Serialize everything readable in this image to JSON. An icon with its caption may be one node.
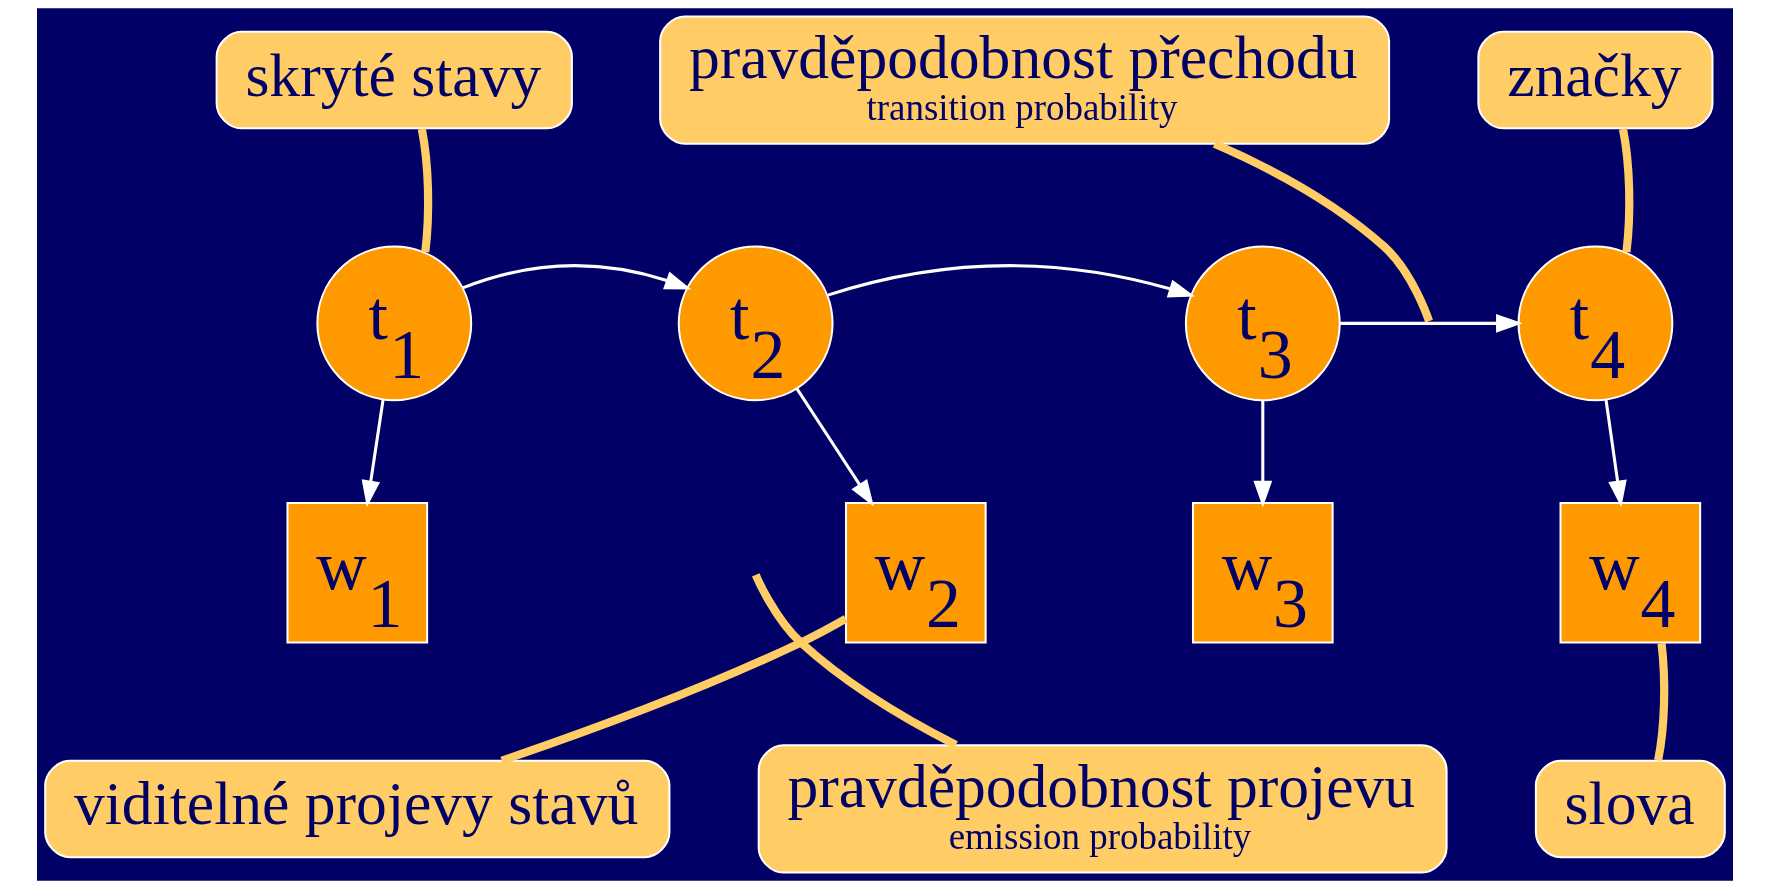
{
  "diagram": {
    "nodes": [
      {
        "text": [
          "skryté stavy"
        ]
      },
      {
        "text": [
          "pravděpodobnost přechodu",
          "transition probability"
        ]
      },
      {
        "text": [
          "značky"
        ]
      },
      {
        "text": [
          "t$_{1}$"
        ]
      },
      {
        "text": [
          "t$_{2}$"
        ]
      },
      {
        "text": [
          "t$_{3}$"
        ]
      },
      {
        "text": [
          "t$_{4}$"
        ]
      },
      {
        "text": [
          "w$_{1}$"
        ]
      },
      {
        "text": [
          "w$_{2}$"
        ]
      },
      {
        "text": [
          "w$_{3}$"
        ]
      },
      {
        "text": [
          "w$_{4}$"
        ]
      },
      {
        "text": [
          "viditelné projevy stavů"
        ]
      },
      {
        "text": [
          "pravděpodobnost projevu",
          "emission probability"
        ]
      },
      {
        "text": [
          "slova"
        ]
      }
    ],
    "edges": [
      {
        "from": 3,
        "to": 4,
        "arrow": "to"
      },
      {
        "from": 4,
        "to": 5,
        "arrow": "to"
      },
      {
        "from": 5,
        "to": 6,
        "arrow": "to"
      },
      {
        "from": 3,
        "to": 7,
        "arrow": "to"
      },
      {
        "from": 4,
        "to": 8,
        "arrow": "to"
      },
      {
        "from": 5,
        "to": 9,
        "arrow": "to"
      },
      {
        "from": 6,
        "to": 10,
        "arrow": "to"
      },
      {
        "from": 0,
        "to": 3,
        "arrow": "none",
        "style": "thick",
        "color": "#ffcc66"
      },
      {
        "from": 1,
        "to": null,
        "arrow": "none",
        "style": "thick",
        "color": "#ffcc66"
      },
      {
        "from": 2,
        "to": 6,
        "arrow": "none",
        "style": "thick",
        "color": "#ffcc66"
      },
      {
        "from": 11,
        "to": 8,
        "arrow": "none",
        "style": "thick",
        "color": "#ffcc66"
      },
      {
        "from": 12,
        "to": null,
        "arrow": "none",
        "style": "thick",
        "color": "#ffcc66"
      },
      {
        "from": 13,
        "to": 10,
        "arrow": "none",
        "style": "thick",
        "color": "#ffcc66"
      }
    ]
  }
}
